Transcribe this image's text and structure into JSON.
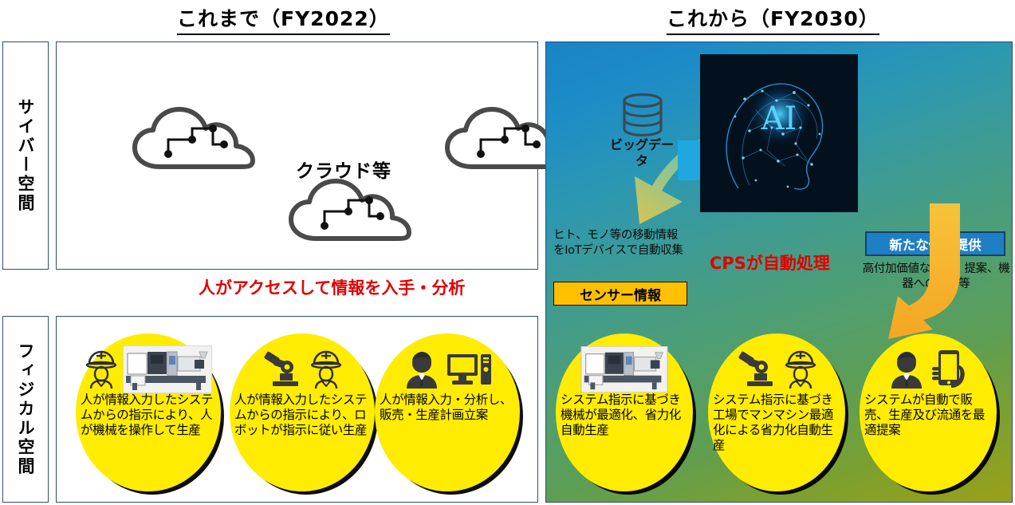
{
  "titles": {
    "left": "これまで（FY2022）",
    "right": "これから（FY2030）"
  },
  "axis_labels": {
    "cyber": "サイバー空間",
    "physical": "フィジカル空間"
  },
  "left_panel": {
    "cloud_label": "クラウド等",
    "cloud_icon": "cloud-network-icon",
    "caption": "人がアクセスして情報を入手・分析",
    "caption_color": "#e00000",
    "ellipses": [
      {
        "text": "人が情報入力したシステムからの指示により、人が機械を操作して生産",
        "icons": [
          "worker-hardhat-icon",
          "cnc-machine-photo-icon"
        ]
      },
      {
        "text": "人が情報入力したシステムからの指示により、ロボットが指示に従い生産",
        "icons": [
          "robot-arm-icon",
          "worker-hardhat-icon"
        ]
      },
      {
        "text": "人が情報入力・分析し、販売・生産計画立案",
        "icons": [
          "businessman-icon",
          "desktop-computer-icon"
        ]
      }
    ]
  },
  "right_panel": {
    "bigdata_label": "ビッグデータ",
    "bigdata_icon": "database-cylinder-icon",
    "ai_image_label": "AI",
    "ai_image_icon": "ai-neural-head-image",
    "sensor_caption": "ヒト、モノ等の移動情報をIoTデバイスで自動収集",
    "sensor_badge": "センサー情報",
    "sensor_badge_color": "#ffc000",
    "cps_caption": "CPSが自動処理",
    "cps_caption_color": "#e00000",
    "value_badge": "新たな価値提供",
    "value_badge_color": "#1f7fc4",
    "value_caption": "高付加価値な情報、提案、機器への提示等",
    "arrows": {
      "data_flow": "curved-data-arrow",
      "into_ai": "blue-right-arrow",
      "out_of_ai": "orange-down-arrow"
    },
    "ellipses": [
      {
        "text": "システム指示に基づき機械が最適化、省力化自動生産",
        "icons": [
          "cnc-machine-photo-icon"
        ]
      },
      {
        "text": "システム指示に基づき工場でマンマシン最適化による省力化自動生産",
        "icons": [
          "robot-arm-icon",
          "worker-hardhat-icon"
        ]
      },
      {
        "text": "システムが自動で販売、生産及び流通を最適提案",
        "icons": [
          "businessman-icon",
          "smartphone-hand-icon"
        ]
      }
    ]
  },
  "colors": {
    "ellipse_fill": "#ffec00",
    "panel_border": "#2e4b80",
    "gradient_start": "#1a84c4",
    "gradient_end": "#9aa01a"
  }
}
